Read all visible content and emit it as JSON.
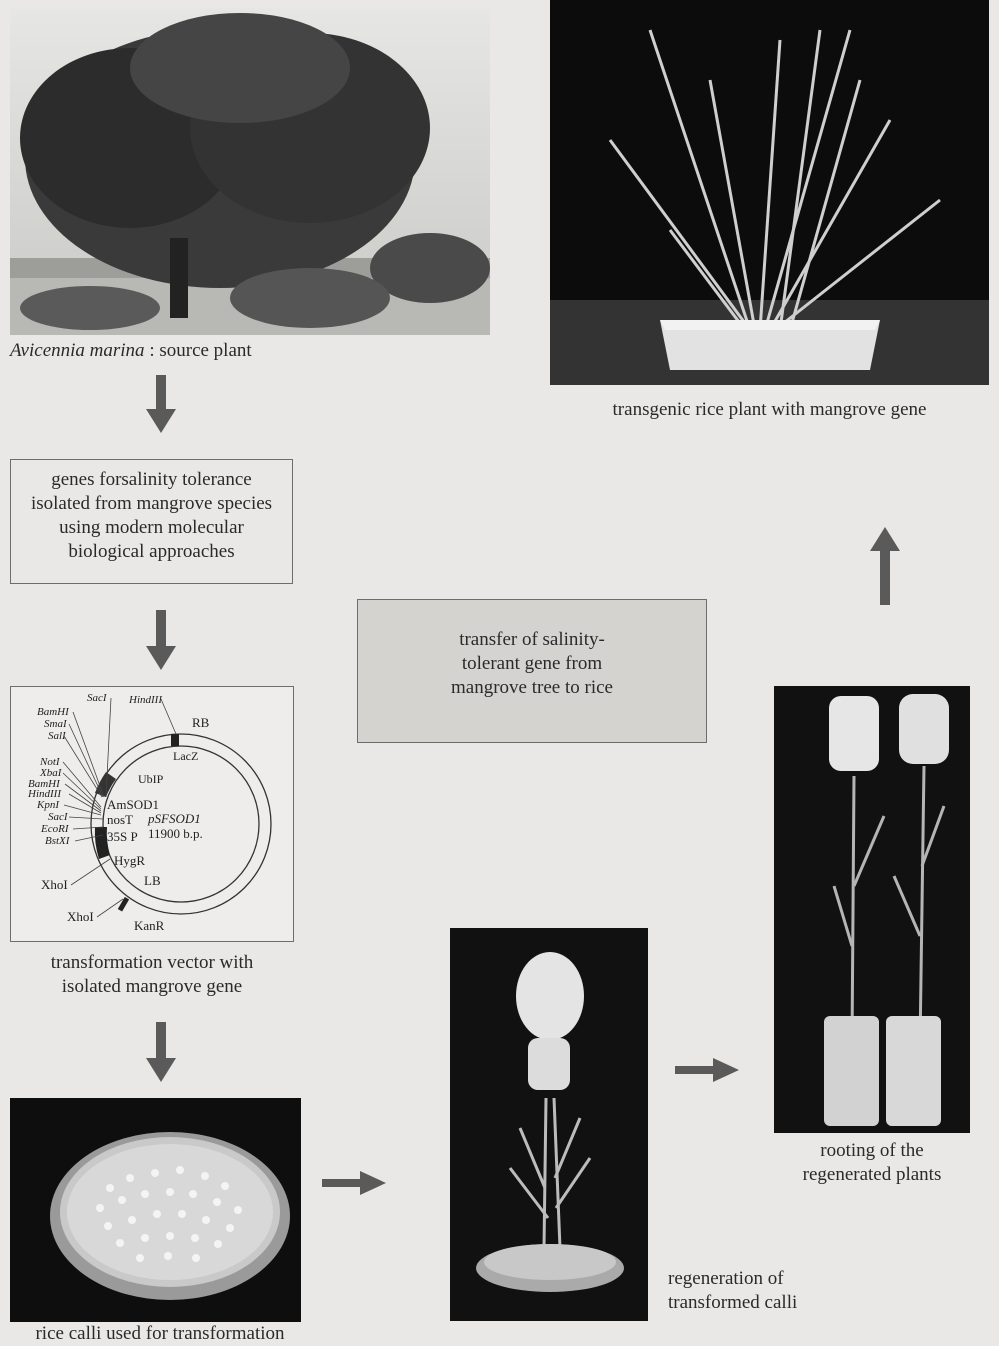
{
  "source_plant": {
    "species": "Avicennia marina",
    "suffix": " : source plant"
  },
  "transgenic_caption": "transgenic rice plant with mangrove gene",
  "genes_box": {
    "lines": [
      "genes forsalinity tolerance",
      "isolated from mangrove species",
      "using modern molecular",
      "biological approaches"
    ]
  },
  "center_box": {
    "lines": [
      "transfer of salinity-",
      "tolerant gene from",
      "mangrove tree to rice"
    ]
  },
  "vector": {
    "caption_lines": [
      "transformation vector with",
      "isolated mangrove gene"
    ],
    "plasmid_name": "pSFSOD1",
    "plasmid_size": "11900 b.p.",
    "elements": [
      "RB",
      "LacZ",
      "UbIP",
      "AmSOD1",
      "nosT",
      "35S P",
      "HygR",
      "LB",
      "KanR"
    ],
    "sites_italic": [
      "SacI",
      "HindIII",
      "BamHI",
      "SmaI",
      "SalI",
      "NotI",
      "XbaI",
      "BamHI",
      "HindIII",
      "KpnI",
      "SacI",
      "EcoRI",
      "BstXI"
    ],
    "sites_plain": [
      "XhoI",
      "XhoI"
    ]
  },
  "rooting_caption_lines": [
    "rooting of the",
    "regenerated plants"
  ],
  "regeneration_caption_lines": [
    "regeneration of",
    "transformed calli"
  ],
  "calli_caption": "rice calli used for transformation",
  "colors": {
    "background": "#e9e8e6",
    "arrow": "#5a5a5a",
    "center_box_fill": "#d4d3d0",
    "photo_dark": "#111111"
  }
}
